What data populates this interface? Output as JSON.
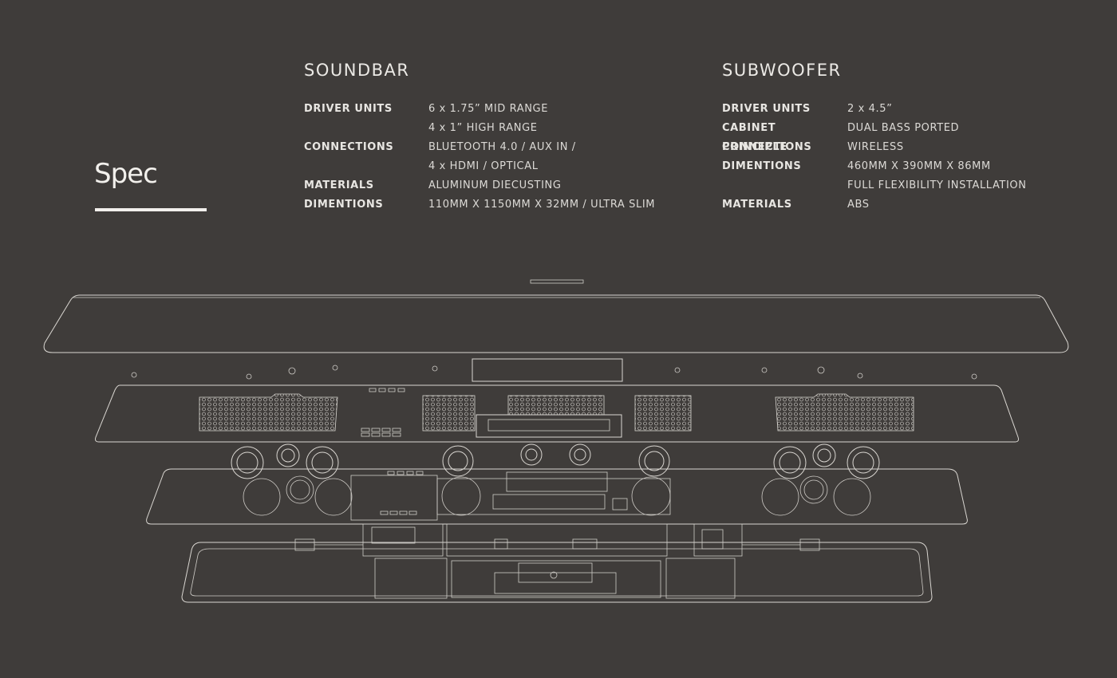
{
  "page": {
    "title": "Spec"
  },
  "soundbar": {
    "heading": "SOUNDBAR",
    "rows": [
      {
        "key": "DRIVER UNITS",
        "value": "6 x 1.75” MID RANGE"
      },
      {
        "key": "",
        "value": "4 x 1” HIGH RANGE"
      },
      {
        "key": "CONNECTIONS",
        "value": "BLUETOOTH 4.0 / AUX IN /"
      },
      {
        "key": "",
        "value": "4 x HDMI / OPTICAL"
      },
      {
        "key": "MATERIALS",
        "value": "ALUMINUM DIECUSTING"
      },
      {
        "key": "DIMENTIONS",
        "value": "110MM X 1150MM X 32MM  /  ULTRA SLIM"
      }
    ]
  },
  "subwoofer": {
    "heading": "SUBWOOFER",
    "rows": [
      {
        "key": "DRIVER UNITS",
        "value": "2 x 4.5”"
      },
      {
        "key": "CABINET PRINCIPLE",
        "value": "DUAL BASS PORTED"
      },
      {
        "key": "CONNECTIONS",
        "value": "WIRELESS"
      },
      {
        "key": "DIMENTIONS",
        "value": "460MM X 390MM X 86MM"
      },
      {
        "key": "",
        "value": "FULL FLEXIBILITY INSTALLATION"
      },
      {
        "key": "MATERIALS",
        "value": "ABS"
      }
    ]
  },
  "colors": {
    "background": "#3f3c3a",
    "line": "#d9d6d1",
    "text": "#e4e2df"
  },
  "illustration": {
    "icon": "exploded-soundbar-diagram"
  }
}
